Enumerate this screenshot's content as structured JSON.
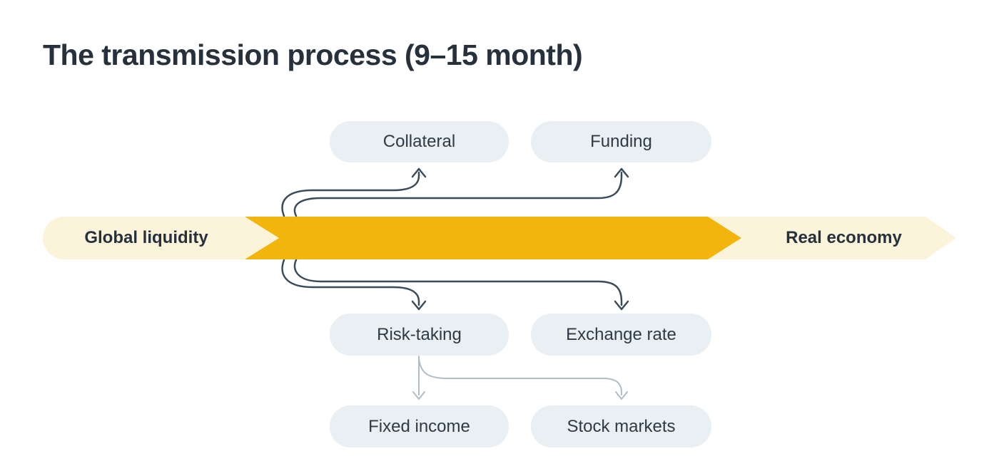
{
  "title": "The transmission process (9–15 month)",
  "band": {
    "left_label": "Global liquidity",
    "right_label": "Real economy"
  },
  "nodes": {
    "collateral": "Collateral",
    "funding": "Funding",
    "risk_taking": "Risk-taking",
    "exchange_rate": "Exchange rate",
    "fixed_income": "Fixed income",
    "stock_markets": "Stock markets"
  },
  "colors": {
    "background": "#FFFFFF",
    "gold": "#F2B50C",
    "cream": "#FCF3DB",
    "pill_bg": "#E9EFF2",
    "title_text": "#26313C",
    "pill_text": "#2E3B46",
    "arrow_dark": "#3A4B5A",
    "arrow_light": "#AFBEC6"
  }
}
